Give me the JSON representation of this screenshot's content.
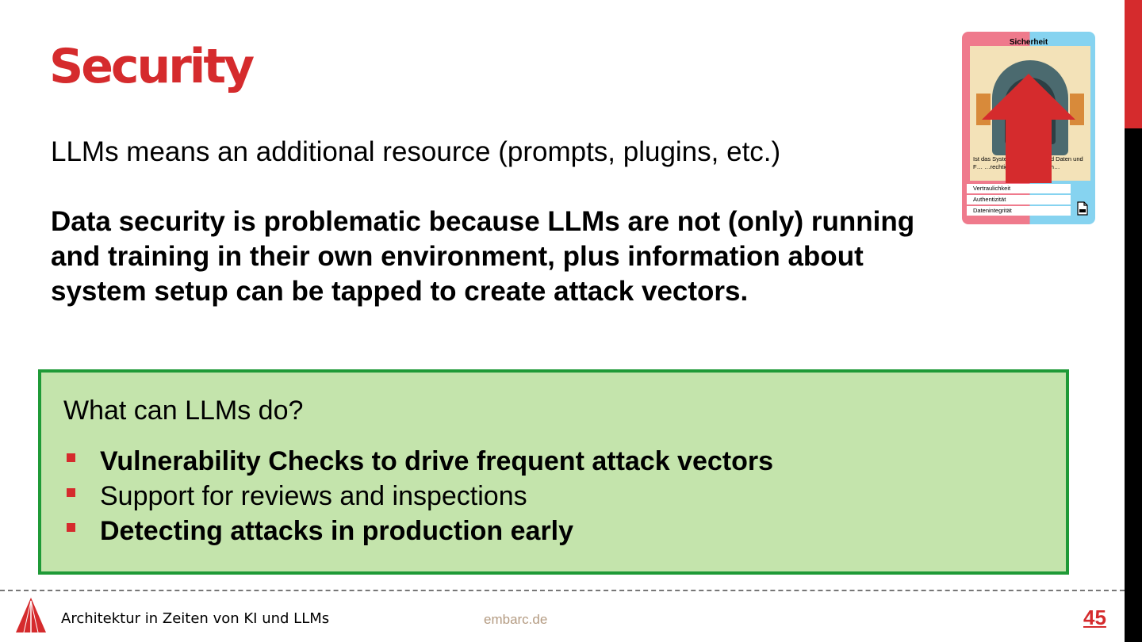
{
  "slide": {
    "title": "Security",
    "line1": "LLMs means an additional resource (prompts, plugins, etc.)",
    "paragraph": "Data security is problematic because LLMs are not (only) running and training in their own environment, plus information about system setup can be tapped to create attack vectors."
  },
  "card": {
    "title": "Sicherheit",
    "description": "Ist das Syste… …griffen? Sind Daten und F… …rechtigtem Zugriff gesch…",
    "fields": [
      "Vertraulichkeit",
      "Authentizität",
      "Datenintegrität"
    ]
  },
  "box": {
    "heading": "What can LLMs do?",
    "bullets": [
      "Vulnerability Checks to drive frequent attack vectors",
      "Support for reviews and inspections",
      "Detecting attacks in production early"
    ]
  },
  "footer": {
    "left": "Architektur in Zeiten von KI und LLMs",
    "center": "embarc.de",
    "page": "45"
  },
  "colors": {
    "accent": "#d52b2d",
    "box_bg": "#c4e4ac",
    "box_border": "#1f9a37",
    "footer_center": "#b49b82"
  },
  "icons": [
    "embarc-logo-icon",
    "up-arrow-icon",
    "document-icon"
  ]
}
